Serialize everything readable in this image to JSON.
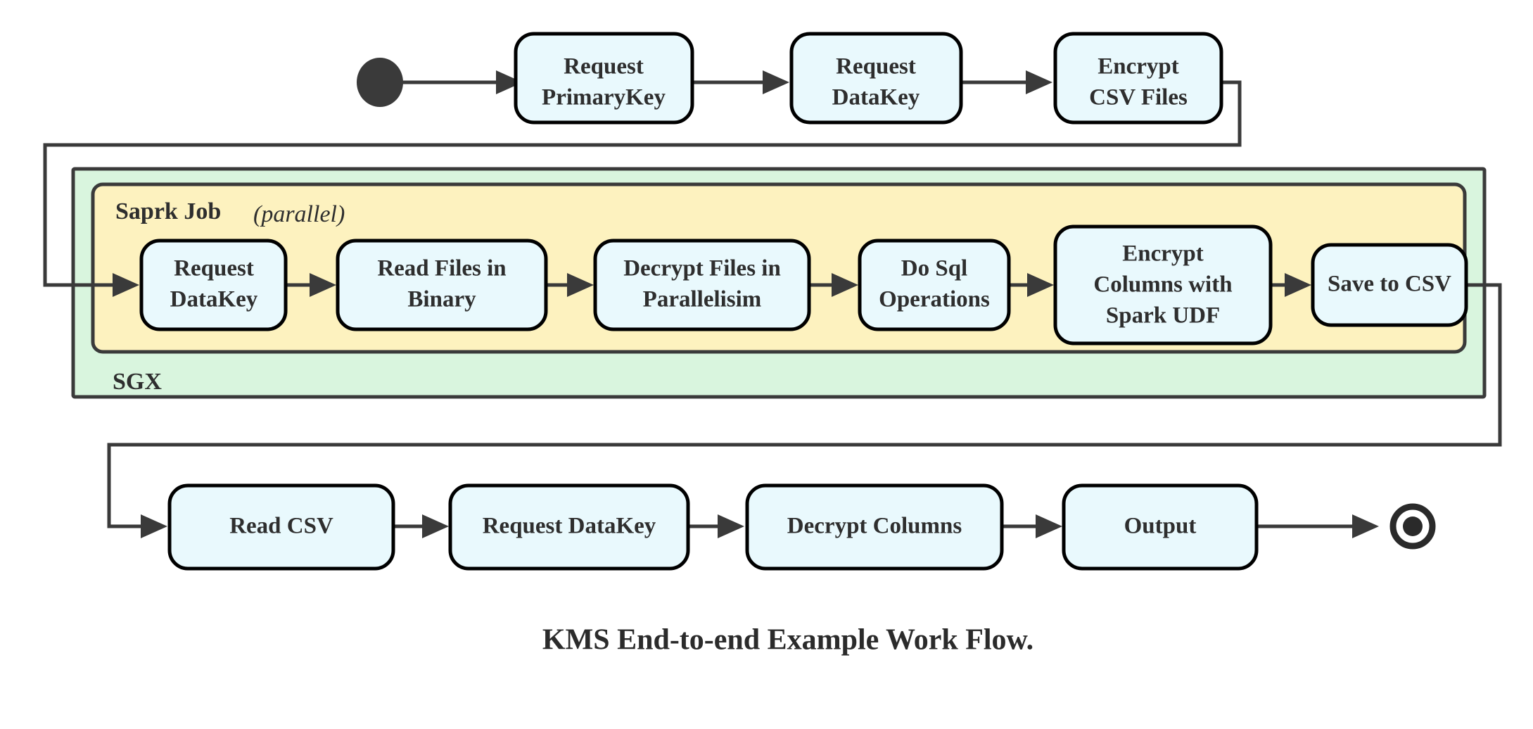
{
  "caption": "KMS End-to-end Example Work Flow.",
  "colors": {
    "node_fill": "#e9f9fd",
    "node_stroke": "#000000",
    "sgx_group_fill": "#d9f5de",
    "spark_group_fill": "#fdf2bf",
    "group_stroke": "#3a3a3a",
    "edge": "#3a3a3a",
    "text": "#2e2e2e",
    "terminal": "#3a3a3a",
    "background": "#ffffff"
  },
  "groups": {
    "sgx": {
      "label": "SGX"
    },
    "spark": {
      "label": "Saprk Job",
      "qualifier": "(parallel)"
    }
  },
  "terminals": {
    "start": {
      "name": "start-node"
    },
    "end": {
      "name": "end-node"
    }
  },
  "rows": {
    "top": [
      {
        "id": "request-primarykey",
        "lines": [
          "Request",
          "PrimaryKey"
        ]
      },
      {
        "id": "request-datakey-top",
        "lines": [
          "Request",
          "DataKey"
        ]
      },
      {
        "id": "encrypt-csv-files",
        "lines": [
          "Encrypt",
          "CSV Files"
        ]
      }
    ],
    "middle": [
      {
        "id": "request-datakey-spark",
        "lines": [
          "Request",
          "DataKey"
        ]
      },
      {
        "id": "read-files-in-binary",
        "lines": [
          "Read Files in",
          "Binary"
        ]
      },
      {
        "id": "decrypt-files-in-parallelisim",
        "lines": [
          "Decrypt Files in",
          "Parallelisim"
        ]
      },
      {
        "id": "do-sql-operations",
        "lines": [
          "Do Sql",
          "Operations"
        ]
      },
      {
        "id": "encrypt-columns-with-spark-udf",
        "lines": [
          "Encrypt",
          "Columns with",
          "Spark UDF"
        ]
      },
      {
        "id": "save-to-csv",
        "lines": [
          "Save to CSV"
        ]
      }
    ],
    "bottom": [
      {
        "id": "read-csv",
        "lines": [
          "Read CSV"
        ]
      },
      {
        "id": "request-datakey-bottom",
        "lines": [
          "Request DataKey"
        ]
      },
      {
        "id": "decrypt-columns",
        "lines": [
          "Decrypt Columns"
        ]
      },
      {
        "id": "output",
        "lines": [
          "Output"
        ]
      }
    ]
  },
  "text": {
    "n0_l0": "Request",
    "n0_l1": "PrimaryKey",
    "n1_l0": "Request",
    "n1_l1": "DataKey",
    "n2_l0": "Encrypt",
    "n2_l1": "CSV Files",
    "m0_l0": "Request",
    "m0_l1": "DataKey",
    "m1_l0": "Read Files in",
    "m1_l1": "Binary",
    "m2_l0": "Decrypt Files in",
    "m2_l1": "Parallelisim",
    "m3_l0": "Do Sql",
    "m3_l1": "Operations",
    "m4_l0": "Encrypt",
    "m4_l1": "Columns with",
    "m4_l2": "Spark UDF",
    "m5_l0": "Save to CSV",
    "b0_l0": "Read CSV",
    "b1_l0": "Request DataKey",
    "b2_l0": "Decrypt Columns",
    "b3_l0": "Output",
    "sgx_label": "SGX",
    "spark_label": "Saprk Job",
    "spark_qualifier": "(parallel)",
    "caption": "KMS End-to-end Example Work Flow."
  }
}
